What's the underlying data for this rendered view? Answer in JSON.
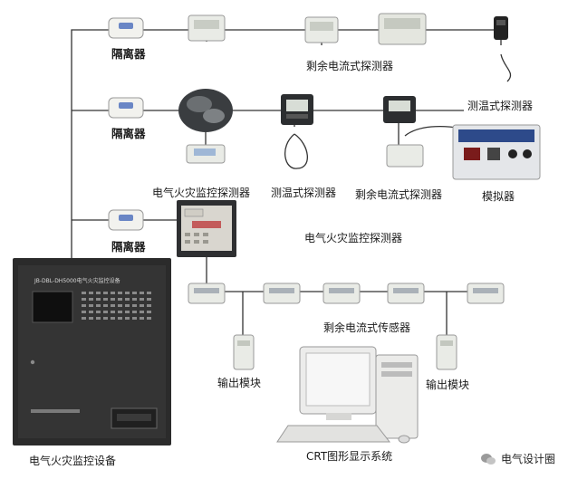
{
  "labels": {
    "isolator_1": "隔离器",
    "isolator_2": "隔离器",
    "isolator_3": "隔离器",
    "residual_detector_top": "剩余电流式探测器",
    "temp_detector_top": "测温式探测器",
    "fire_detector_row2": "电气火灾监控探测器",
    "temp_detector_row2": "测温式探测器",
    "residual_detector_row2": "剩余电流式探测器",
    "simulator": "模拟器",
    "fire_detector_center": "电气火灾监控探测器",
    "residual_sensor": "剩余电流式传感器",
    "output_module_left": "输出模块",
    "output_module_right": "输出模块",
    "monitor_equipment": "电气火灾监控设备",
    "crt_system": "CRT图形显示系统",
    "panel_title": "JB-DBL-DH5000电气火灾监控设备",
    "watermark": "电气设计圈"
  },
  "colors": {
    "wire": "#333333",
    "panel": "#2b2b2b",
    "device": "#e9ebe6"
  }
}
